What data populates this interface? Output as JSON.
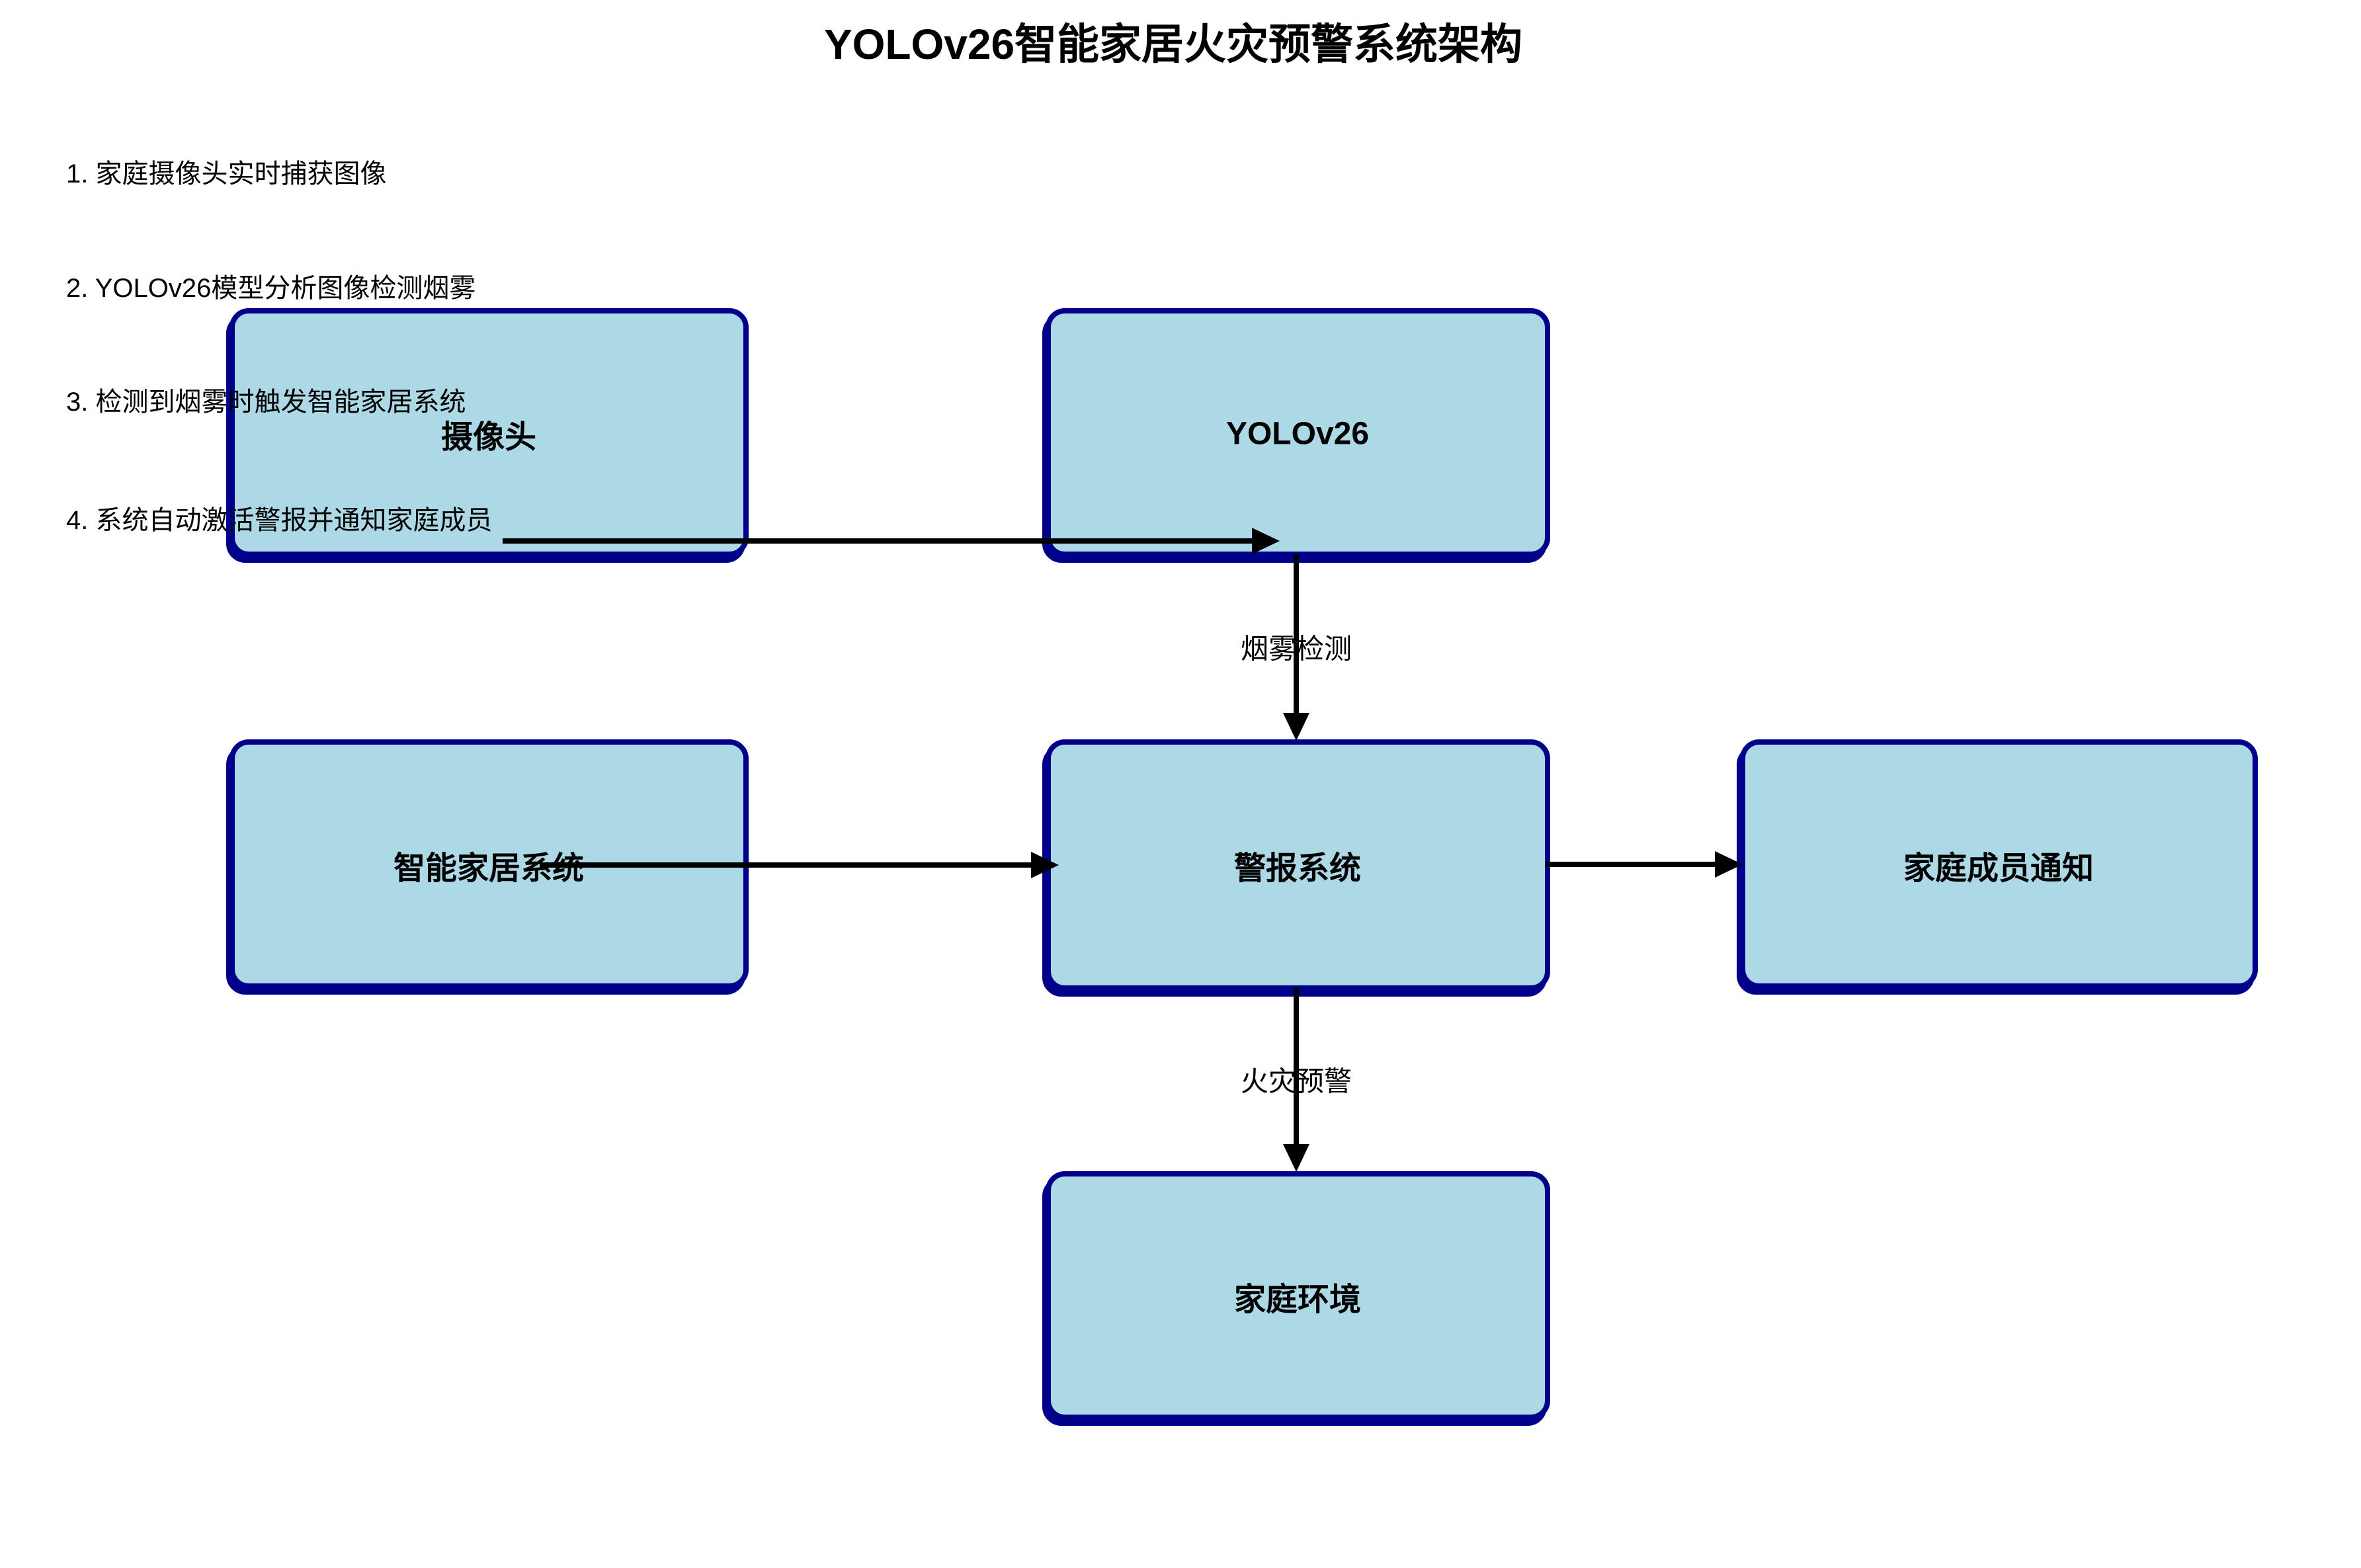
{
  "title": "YOLOv26智能家居火灾预警系统架构",
  "steps": [
    "1. 家庭摄像头实时捕获图像",
    "2. YOLOv26模型分析图像检测烟雾",
    "3. 检测到烟雾时触发智能家居系统",
    "4. 系统自动激活警报并通知家庭成员"
  ],
  "nodes": [
    {
      "id": "camera",
      "label": "摄像头"
    },
    {
      "id": "yolo",
      "label": "YOLOv26"
    },
    {
      "id": "smart_home",
      "label": "智能家居系统"
    },
    {
      "id": "alarm",
      "label": "警报系统"
    },
    {
      "id": "notify",
      "label": "家庭成员通知"
    },
    {
      "id": "home_env",
      "label": "家庭环境"
    }
  ],
  "edges": [
    {
      "from": "camera",
      "to": "yolo",
      "label": ""
    },
    {
      "from": "yolo",
      "to": "alarm",
      "label": "烟雾检测"
    },
    {
      "from": "smart_home",
      "to": "alarm",
      "label": ""
    },
    {
      "from": "alarm",
      "to": "notify",
      "label": ""
    },
    {
      "from": "alarm",
      "to": "home_env",
      "label": "火灾预警"
    }
  ],
  "colors": {
    "background": "#FFFFFF",
    "box_fill": "#ADD8E6",
    "box_border": "#00008B",
    "arrow": "#000000",
    "text": "#000000"
  }
}
